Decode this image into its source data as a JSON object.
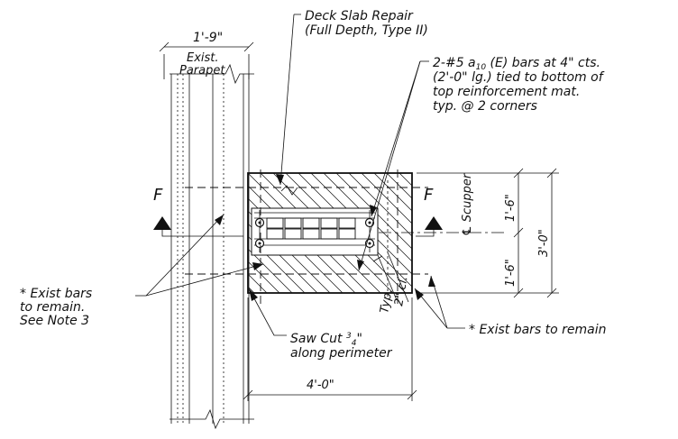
{
  "labels": {
    "parapet_width": "1'-9\"",
    "exist_parapet_line1": "Exist.",
    "exist_parapet_line2": "Parapet",
    "deck_repair_line1": "Deck Slab Repair",
    "deck_repair_line2": "(Full Depth, Type II)",
    "bars_note_prefix": "2-#5 ",
    "bars_note_a": "a",
    "bars_note_sub": "10",
    "bars_note_rest": " (E) bars at 4\" cts.",
    "bars_note_line2": "(2'-0\" lg.) tied to bottom of",
    "bars_note_line3": "top reinforcement mat.",
    "bars_note_line4": "typ. @ 2 corners",
    "section_left": "F",
    "section_right": "F",
    "scupper_cl": "℄ Scupper",
    "dim_top": "1'-6\"",
    "dim_bottom": "1'-6\"",
    "dim_total_height": "3'-0\"",
    "dim_width": "4'-0\"",
    "clear_cover": "2\" cl.",
    "typ": "Typ.",
    "exist_bars_left_line1": "* Exist bars",
    "exist_bars_left_line2": "to remain.",
    "exist_bars_left_line3": "See Note 3",
    "exist_bars_right": "* Exist bars to remain",
    "saw_cut_line1_a": "Saw Cut ",
    "saw_cut_num": "3",
    "saw_cut_den": "4",
    "saw_cut_inch": "\"",
    "saw_cut_line2": "along perimeter"
  }
}
